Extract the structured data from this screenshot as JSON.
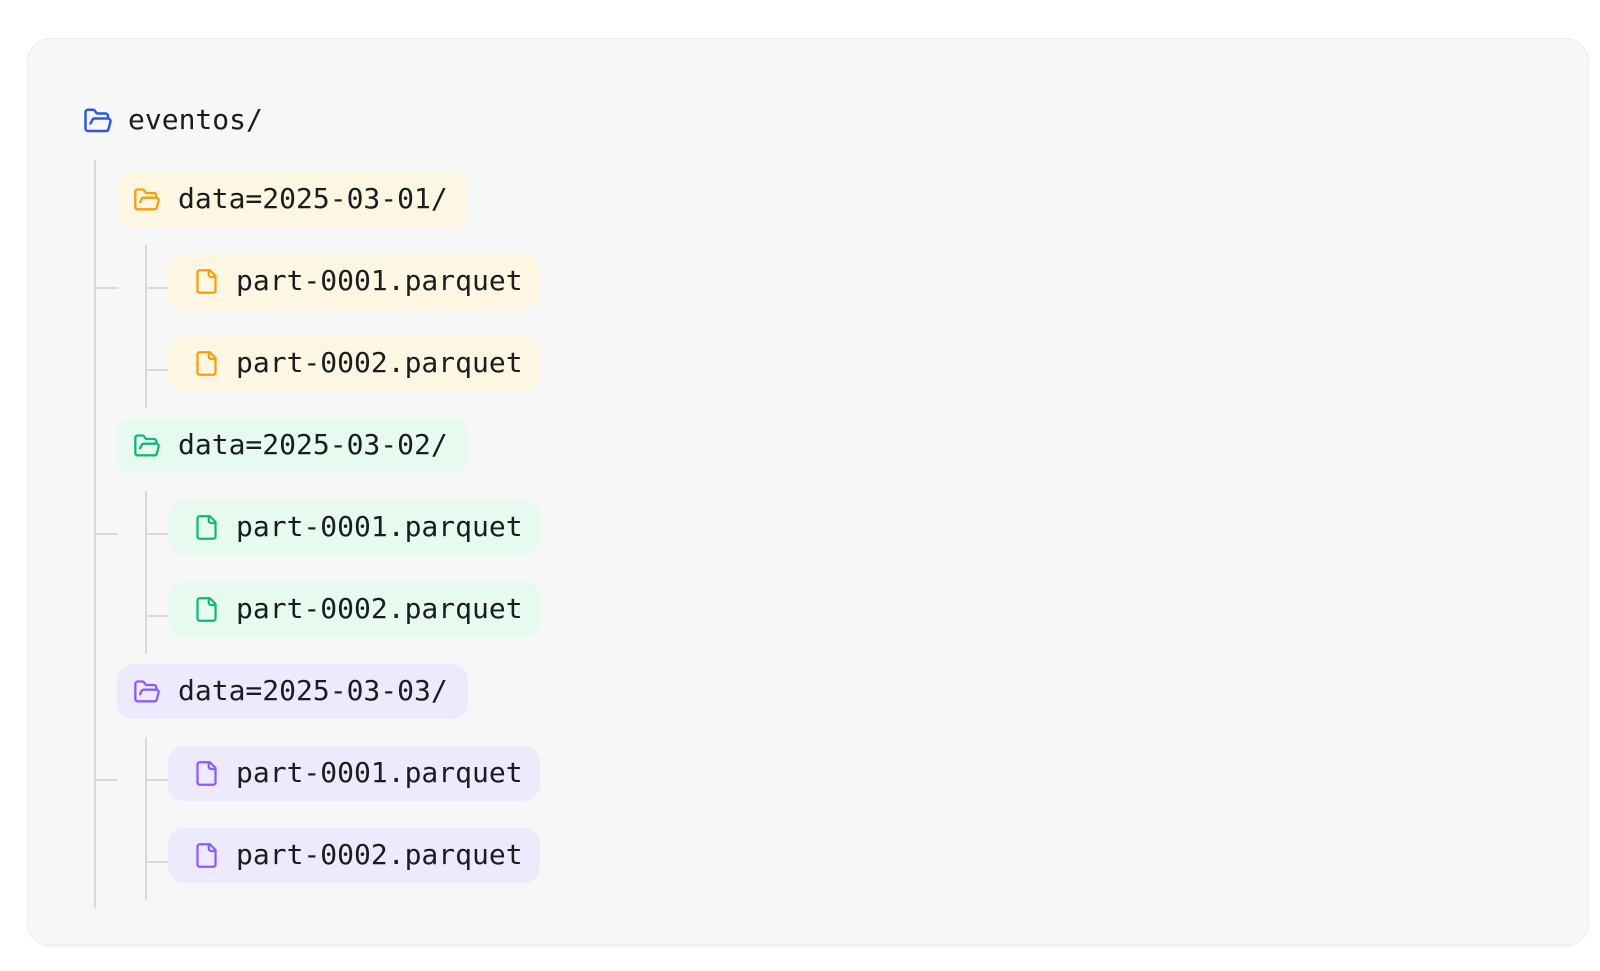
{
  "page": {
    "background": "#ffffff"
  },
  "card": {
    "background": "#f7f7f8",
    "border_color": "#ebebee"
  },
  "tree": {
    "connector_color": "#dadade",
    "text_color": "#1b1c20",
    "root": {
      "label": "eventos/",
      "icon": "folder-open-icon",
      "icon_color": "#2e55e4"
    },
    "groups": [
      {
        "label": "data=2025-03-01/",
        "icon": "folder-open-icon",
        "icon_color": "#f59e0b",
        "pill_bg": "#fdf6e2",
        "files": [
          {
            "label": "part-0001.parquet",
            "icon": "file-icon"
          },
          {
            "label": "part-0002.parquet",
            "icon": "file-icon"
          }
        ]
      },
      {
        "label": "data=2025-03-02/",
        "icon": "folder-open-icon",
        "icon_color": "#12b77f",
        "pill_bg": "#e7faf0",
        "files": [
          {
            "label": "part-0001.parquet",
            "icon": "file-icon"
          },
          {
            "label": "part-0002.parquet",
            "icon": "file-icon"
          }
        ]
      },
      {
        "label": "data=2025-03-03/",
        "icon": "folder-open-icon",
        "icon_color": "#8b5cf6",
        "pill_bg": "#edeafd",
        "files": [
          {
            "label": "part-0001.parquet",
            "icon": "file-icon"
          },
          {
            "label": "part-0002.parquet",
            "icon": "file-icon"
          }
        ]
      }
    ]
  }
}
